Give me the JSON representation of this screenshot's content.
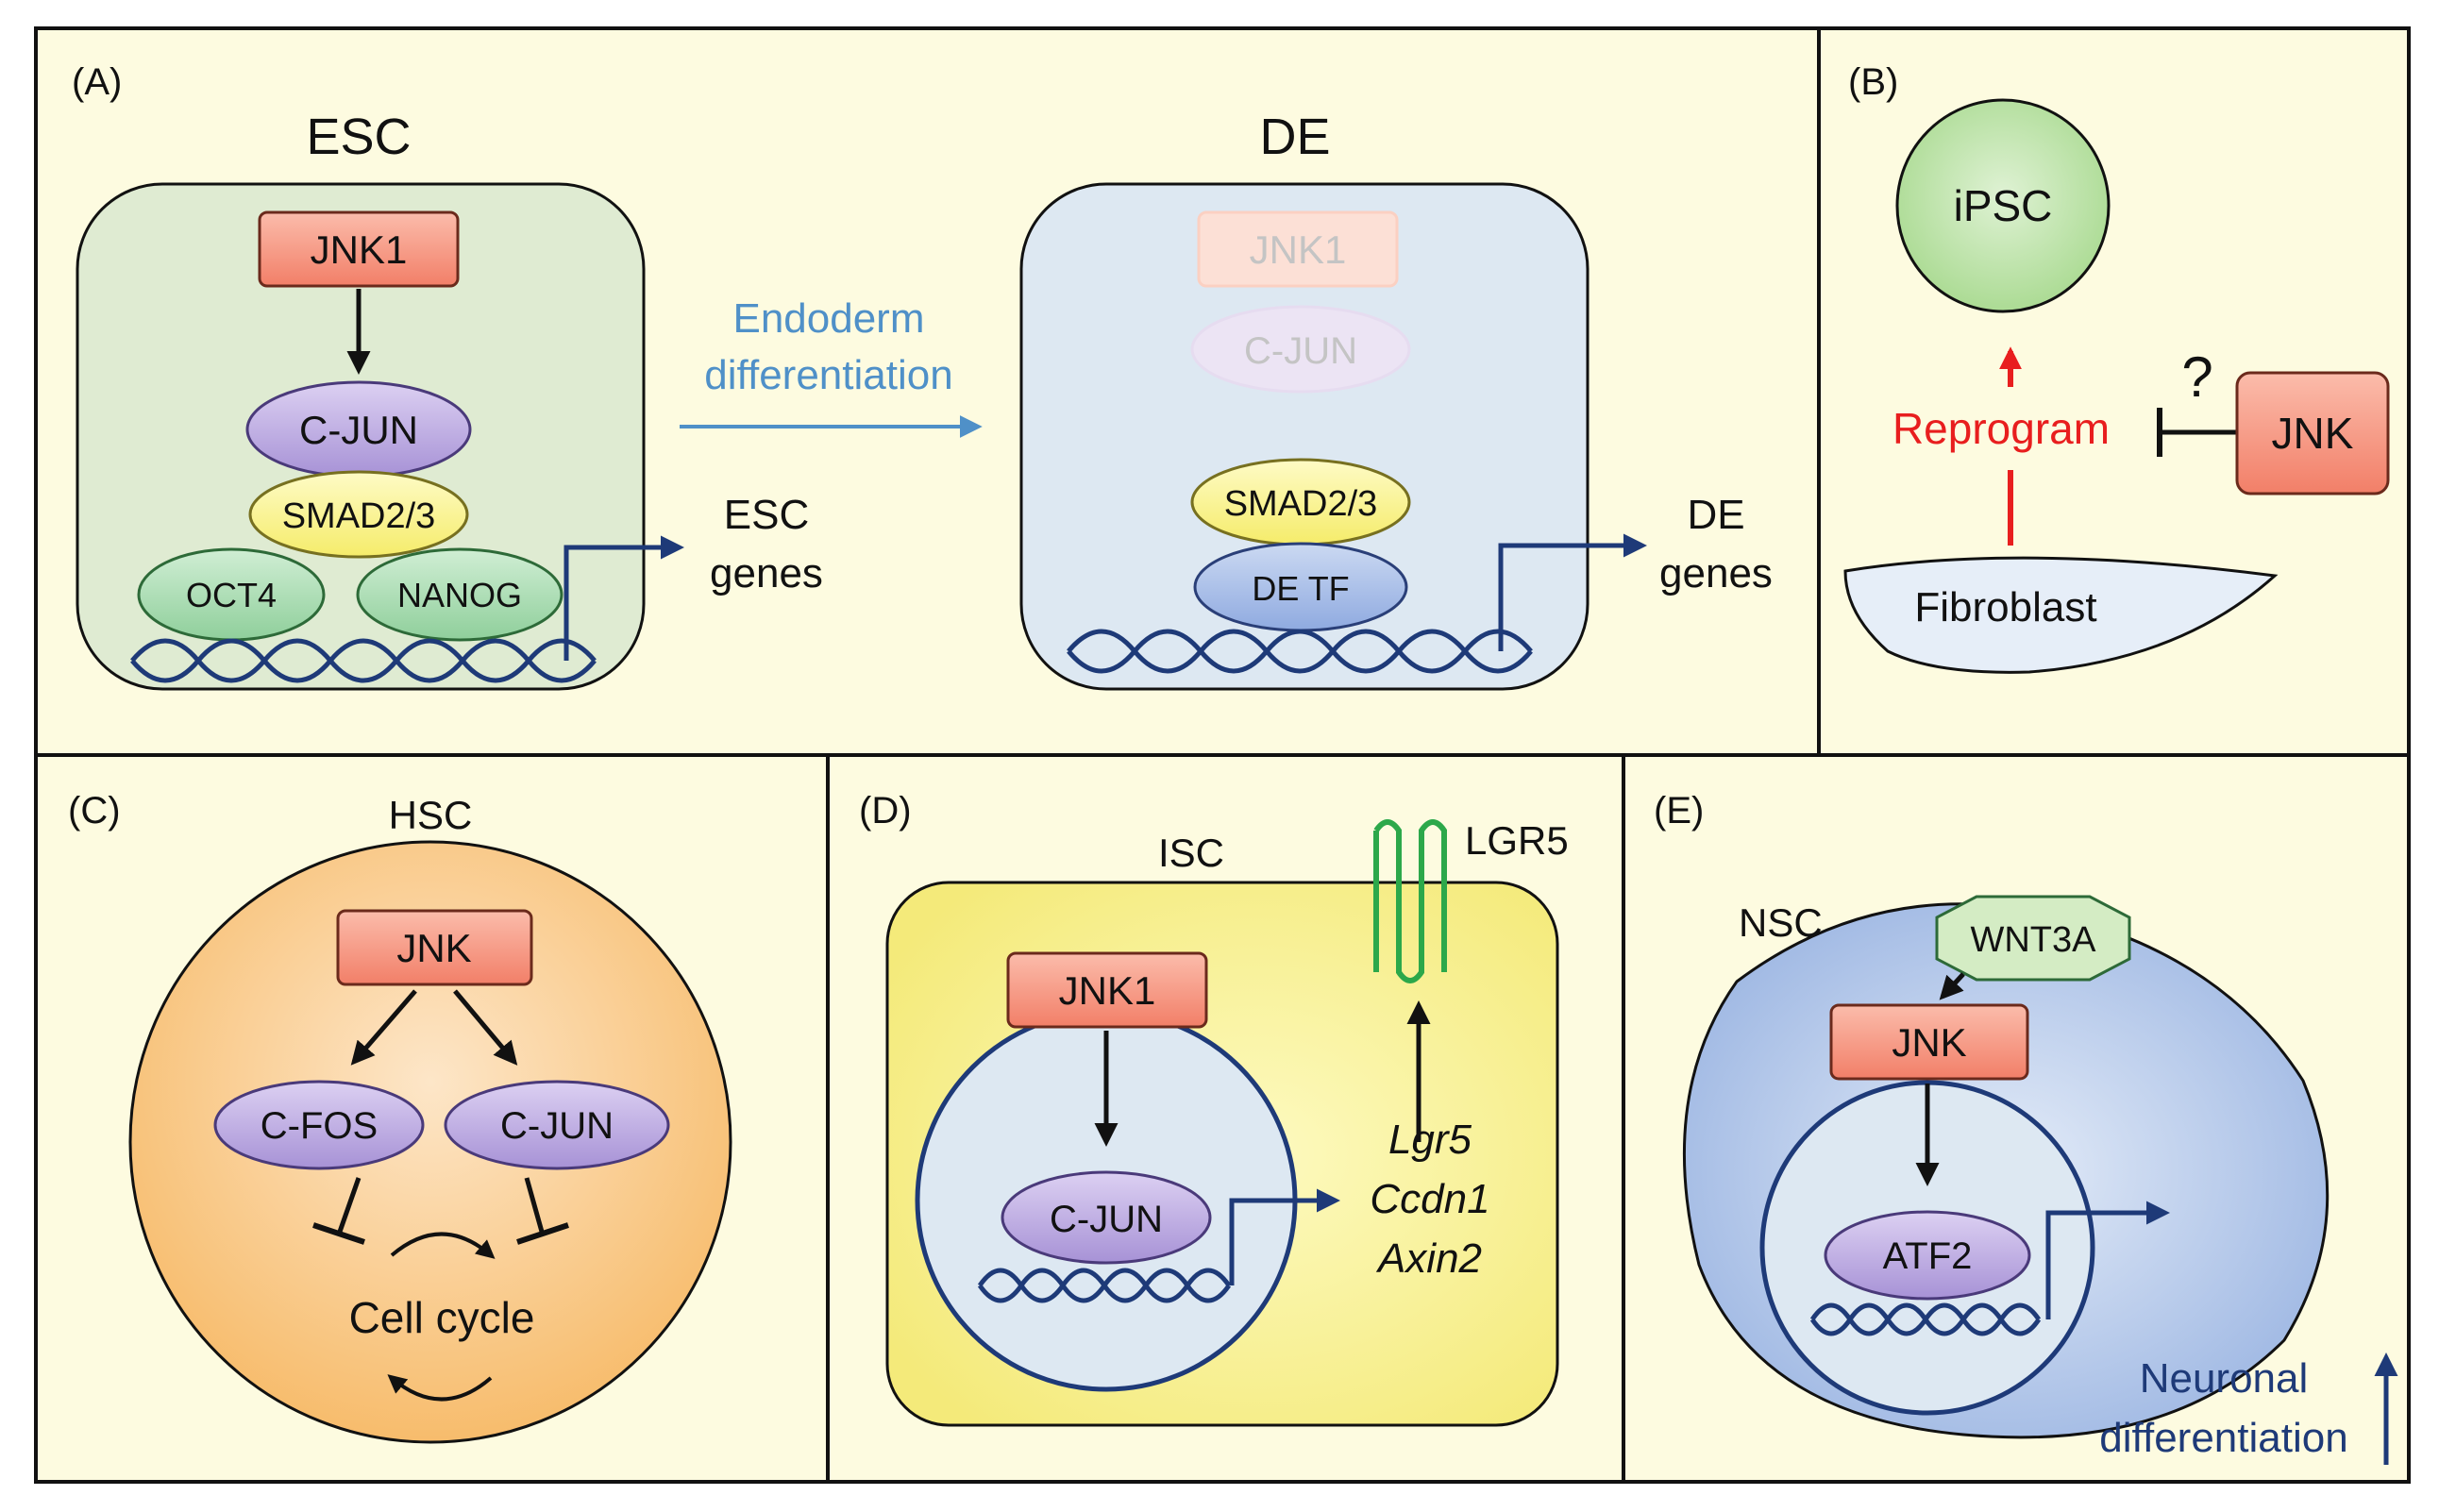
{
  "panelA": {
    "label": "(A)",
    "esc": {
      "title": "ESC",
      "jnk1": "JNK1",
      "cjun": "C-JUN",
      "smad": "SMAD2/3",
      "oct4": "OCT4",
      "nanog": "NANOG",
      "genes_line1": "ESC",
      "genes_line2": "genes"
    },
    "arrow_line1": "Endoderm",
    "arrow_line2": "differentiation",
    "de": {
      "title": "DE",
      "jnk1": "JNK1",
      "cjun": "C-JUN",
      "smad": "SMAD2/3",
      "detf": "DE TF",
      "genes_line1": "DE",
      "genes_line2": "genes"
    }
  },
  "panelB": {
    "label": "(B)",
    "ipsc": "iPSC",
    "question": "?",
    "reprogram": "Reprogram",
    "jnk": "JNK",
    "fibroblast": "Fibroblast"
  },
  "panelC": {
    "label": "(C)",
    "title": "HSC",
    "jnk": "JNK",
    "cfos": "C-FOS",
    "cjun": "C-JUN",
    "cellcycle": "Cell cycle"
  },
  "panelD": {
    "label": "(D)",
    "title": "ISC",
    "lgr5": "LGR5",
    "jnk1": "JNK1",
    "cjun": "C-JUN",
    "gene1": "Lgr5",
    "gene2": "Ccdn1",
    "gene3": "Axin2"
  },
  "panelE": {
    "label": "(E)",
    "title": "NSC",
    "wnt3a": "WNT3A",
    "jnk": "JNK",
    "atf2": "ATF2",
    "neuro_line1": "Neuronal",
    "neuro_line2": "differentiation"
  },
  "colors": {
    "panel_bg": "#fdfbe0",
    "jnk_box": "#f9a08c",
    "cjun_oval": "#b9a6de",
    "smad_oval": "#fbf48a",
    "tf_oval": "#a8dcb0",
    "esc_cell": "#dfebd2",
    "de_cell": "#dde8f2",
    "dna": "#1e3a78",
    "arrow_blue": "#4f90c8",
    "reprogram_red": "#e81e1e",
    "lgr5_green": "#2ca84a"
  }
}
